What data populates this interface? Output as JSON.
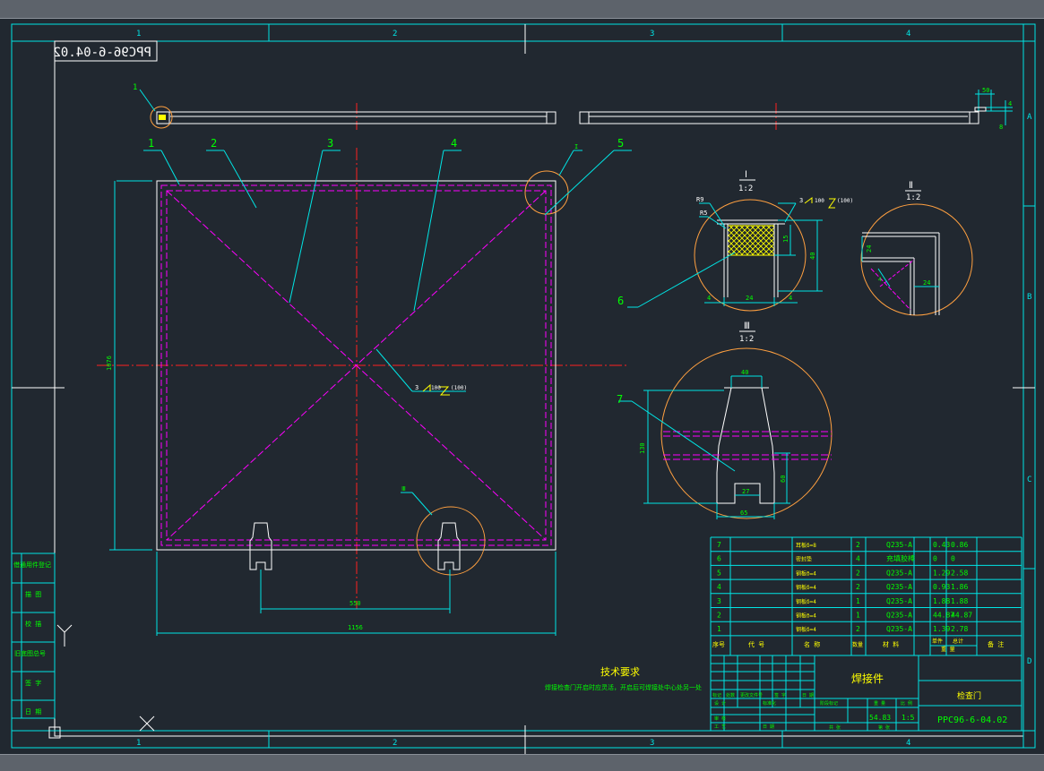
{
  "frame": {
    "col_labels": [
      "1",
      "2",
      "3",
      "4"
    ],
    "row_labels": [
      "A",
      "B",
      "C",
      "D"
    ],
    "drawing_no_mirrored": "PPC96-6-04.02"
  },
  "colors": {
    "background": "#212830",
    "frame": "#ffffff",
    "cyan": "#00e5e5",
    "magenta": "#ff00ff",
    "red": "#ff2020",
    "green": "#00ff00",
    "yellow": "#ffff00",
    "orange": "#ffa040"
  },
  "top_view": {
    "balloon": "1",
    "dim_50": "50",
    "dim_8": "8",
    "dim_4": "4"
  },
  "main_view": {
    "balloons": [
      "1",
      "2",
      "3",
      "4",
      "5"
    ],
    "detail_mark_I": "I",
    "detail_mark_III": "Ⅲ",
    "dim_height": "1076",
    "dim_550": "550",
    "dim_1156": "1156",
    "weld_3": "3",
    "weld_100": "100",
    "weld_paren": "(100)"
  },
  "detail_1": {
    "title": "Ⅰ",
    "scale": "1:2",
    "r9": "R9",
    "r5": "R5",
    "weld_3": "3",
    "weld_100": "100",
    "weld_paren": "(100)",
    "dim_15": "15",
    "dim_40": "40",
    "dim_4a": "4",
    "dim_24": "24",
    "dim_4b": "4",
    "balloon_6": "6"
  },
  "detail_2": {
    "title": "Ⅱ",
    "scale": "1:2",
    "dim_24a": "24",
    "dim_4": "4",
    "dim_24b": "24"
  },
  "detail_3": {
    "title": "Ⅲ",
    "scale": "1:2",
    "dim_40": "40",
    "dim_130": "130",
    "dim_60": "60",
    "dim_27": "27",
    "dim_65": "65",
    "balloon_7": "7"
  },
  "left_strip": [
    "借通用件登记",
    "描  图",
    "校  描",
    "旧底图总号",
    "签  字",
    "日  期"
  ],
  "bom": {
    "rows": [
      {
        "no": "7",
        "code": "",
        "name": "耳板δ=8",
        "qty": "2",
        "mat": "Q235-A",
        "w1": "0.43",
        "w2": "0.86"
      },
      {
        "no": "6",
        "code": "",
        "name": "密封垫",
        "qty": "4",
        "mat": "充填胶棒",
        "w1": "0",
        "w2": "0"
      },
      {
        "no": "5",
        "code": "",
        "name": "钢板δ=4",
        "qty": "2",
        "mat": "Q235-A",
        "w1": "1.29",
        "w2": "2.58"
      },
      {
        "no": "4",
        "code": "",
        "name": "钢板δ=4",
        "qty": "2",
        "mat": "Q235-A",
        "w1": "0.93",
        "w2": "1.86"
      },
      {
        "no": "3",
        "code": "",
        "name": "钢板δ=4",
        "qty": "1",
        "mat": "Q235-A",
        "w1": "1.88",
        "w2": "1.88"
      },
      {
        "no": "2",
        "code": "",
        "name": "钢板δ=4",
        "qty": "1",
        "mat": "Q235-A",
        "w1": "44.87",
        "w2": "44.87"
      },
      {
        "no": "1",
        "code": "",
        "name": "钢板δ=4",
        "qty": "2",
        "mat": "Q235-A",
        "w1": "1.39",
        "w2": "2.78"
      }
    ],
    "header": {
      "no": "序号",
      "code": "代  号",
      "name": "名    称",
      "qty": "数量",
      "mat": "材  料",
      "w_single": "单件",
      "w_total": "总计",
      "w_label": "重  量",
      "remark": "备  注"
    }
  },
  "tech_req": {
    "title": "技术要求",
    "line": "焊接检查门开启时应灵活，开启后可焊接处中心处另一处"
  },
  "title_block": {
    "part_type": "焊接件",
    "part_name": "检查门",
    "drawing_no": "PPC96-6-04.02",
    "weight": "54.83",
    "scale": "1:5",
    "labels_small": [
      "标记",
      "处数",
      "更改文件号",
      "签 字",
      "日 期"
    ],
    "labels_left": [
      "设 计",
      "",
      "审 核",
      "工 艺"
    ],
    "label_stage": "阶段标记",
    "label_weight": "重 量",
    "label_scale": "比 例",
    "label_std": "标准化",
    "label_date": "日 期",
    "label_total": "共 张",
    "label_sheet": "第 张"
  }
}
